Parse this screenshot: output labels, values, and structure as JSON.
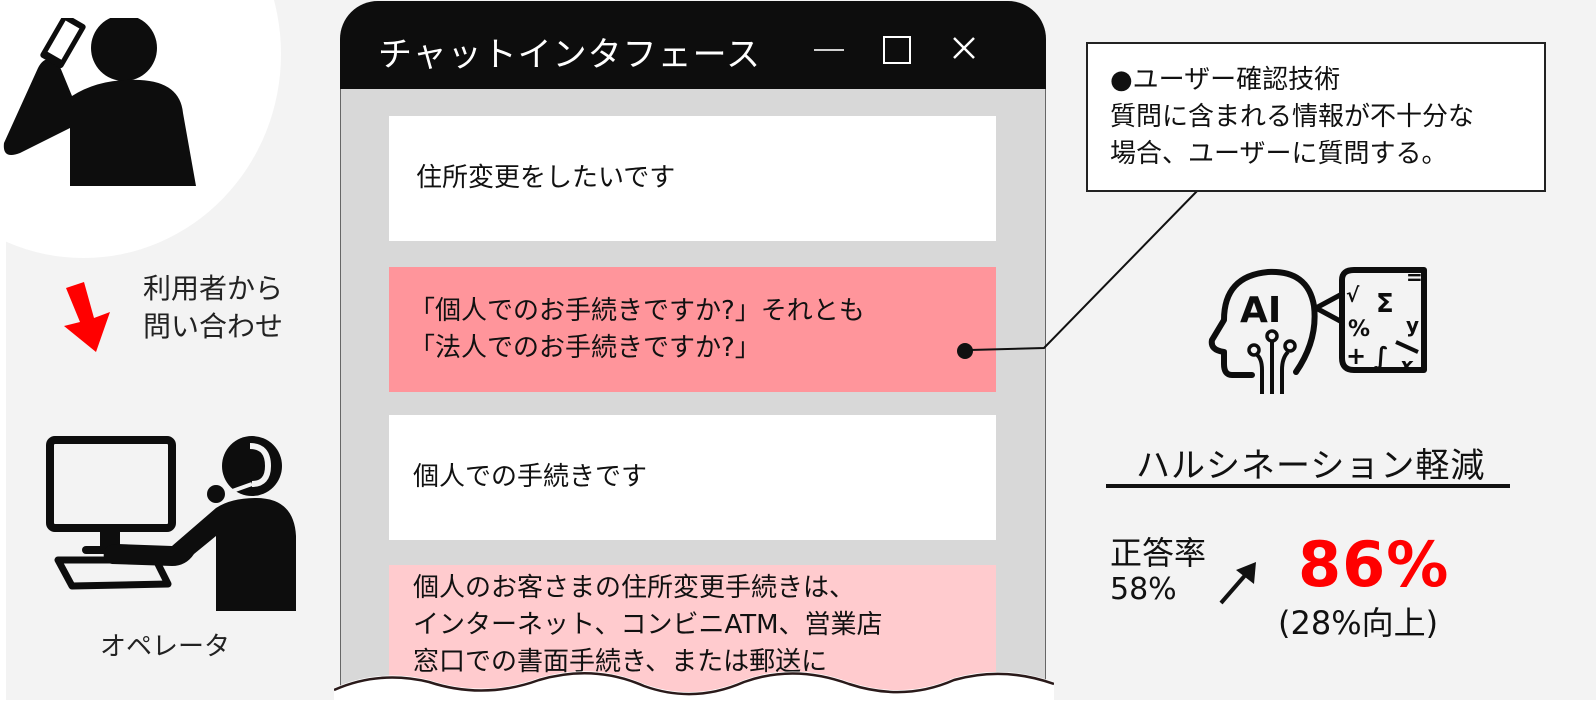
{
  "left": {
    "inquiry_label_line1": "利用者から",
    "inquiry_label_line2": "問い合わせ",
    "operator_label": "オペレータ",
    "icons": {
      "caller": "person-on-phone-icon",
      "flow_arrow": "down-arrow-icon",
      "operator": "operator-at-computer-icon"
    },
    "colors": {
      "arrow": "#ff0000"
    }
  },
  "chat_window": {
    "title": "チャットインタフェース",
    "controls": {
      "minimize": "minimize-icon",
      "maximize": "maximize-icon",
      "close": "close-icon"
    },
    "messages": [
      {
        "role": "user",
        "lines": [
          "住所変更をしたいです"
        ],
        "bg": "#ffffff"
      },
      {
        "role": "assistant",
        "lines": [
          "「個人でのお手続きですか?」それとも",
          "「法人でのお手続きですか?」"
        ],
        "bg": "#ff959b"
      },
      {
        "role": "user",
        "lines": [
          "個人での手続きです"
        ],
        "bg": "#ffffff"
      },
      {
        "role": "assistant",
        "lines": [
          "個人のお客さまの住所変更手続きは、",
          "インターネット、コンビニATM、営業店",
          "窓口での書面手続き、または郵送に"
        ],
        "bg": "#ffcbce"
      }
    ]
  },
  "callout": {
    "title": "●ユーザー確認技術",
    "line1": "質問に含まれる情報が不十分な",
    "line2": "場合、ユーザーに質問する。"
  },
  "right": {
    "ai_icon": "ai-head-with-math-icon",
    "hallucination_title": "ハルシネーション軽減",
    "accuracy_label": "正答率",
    "accuracy_before": "58%",
    "accuracy_after": "86%",
    "accuracy_gain": "(28%向上)",
    "colors": {
      "highlight": "#ff0000"
    }
  }
}
